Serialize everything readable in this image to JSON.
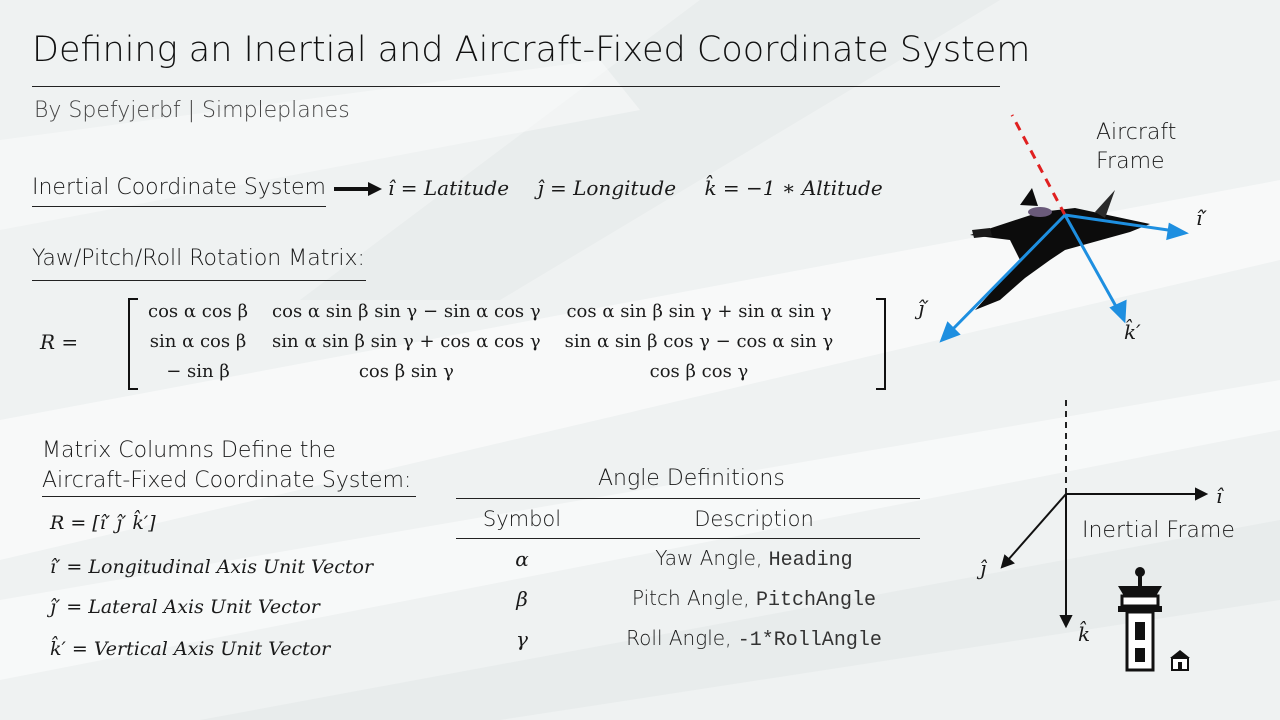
{
  "title": "Defining an Inertial and Aircraft-Fixed Coordinate System",
  "byline": "By Spefyjerbf | Simpleplanes",
  "inertial": {
    "label": "Inertial Coordinate System",
    "i_eq": "ı̂ = Latitude",
    "j_eq": "ȷ̂ = Longitude",
    "k_eq": "k̂ = −1 ∗ Altitude"
  },
  "rotation": {
    "label": "Yaw/Pitch/Roll Rotation Matrix:",
    "lhs": "R =",
    "rows": [
      [
        "cos α cos β",
        "cos α sin β sin γ − sin α cos γ",
        "cos α sin β sin γ + sin α sin γ"
      ],
      [
        "sin α cos β",
        "sin α sin β sin γ + cos α cos γ",
        "sin α sin β cos γ − cos α sin γ"
      ],
      [
        "− sin β",
        "cos β sin γ",
        "cos β cos γ"
      ]
    ]
  },
  "columns": {
    "label": "Matrix Columns Define the\nAircraft-Fixed Coordinate System:",
    "r_def": "R = [ı̂′   ȷ̂′   k̂′]",
    "i_def": "ı̂′ = Longitudinal Axis Unit Vector",
    "j_def": "ȷ̂′ = Lateral Axis Unit Vector",
    "k_def": "k̂′ = Vertical Axis Unit Vector"
  },
  "angles": {
    "title": "Angle Definitions",
    "headers": [
      "Symbol",
      "Description"
    ],
    "rows": [
      {
        "symbol": "α",
        "desc": "Yaw Angle, ",
        "code": "Heading"
      },
      {
        "symbol": "β",
        "desc": "Pitch Angle, ",
        "code": "PitchAngle"
      },
      {
        "symbol": "γ",
        "desc": "Roll Angle, ",
        "code": "-1*RollAngle"
      }
    ]
  },
  "aircraft_frame": {
    "label": "Aircraft\nFrame",
    "i_axis": "ı̂′",
    "j_axis": "ȷ̂′",
    "k_axis": "k̂′"
  },
  "inertial_frame": {
    "label": "Inertial Frame",
    "i_axis": "ı̂",
    "j_axis": "ȷ̂",
    "k_axis": "k̂"
  },
  "colors": {
    "axis_blue": "#1e8fe0",
    "dashed_red": "#e02020"
  },
  "icons": [
    "right-arrow-icon",
    "aircraft-icon",
    "control-tower-icon",
    "home-icon"
  ]
}
